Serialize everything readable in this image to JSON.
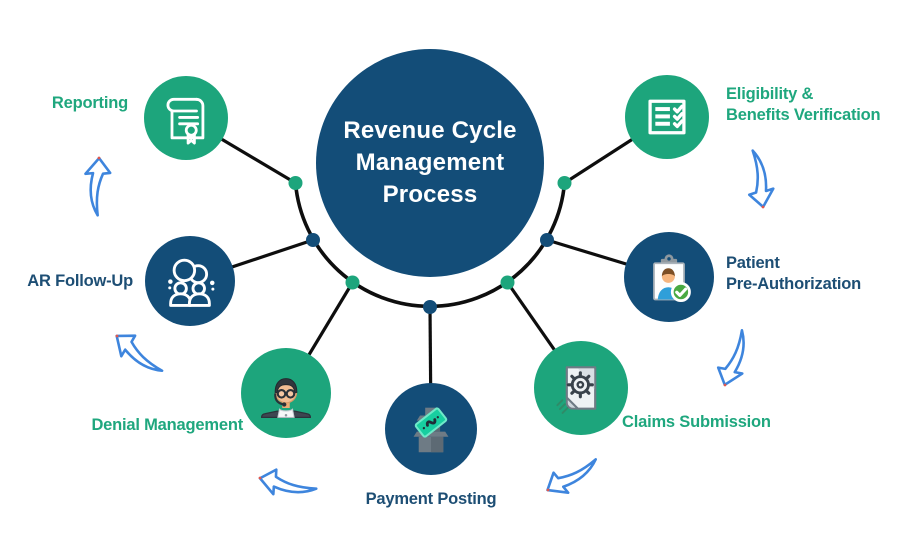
{
  "title": "Revenue Cycle\nManagement\nProcess",
  "colors": {
    "green": "#1da57c",
    "dark_blue": "#134d78",
    "text_green": "#1fa77e",
    "text_blue": "#1d4e74",
    "arrow_blue": "#3e85dd",
    "line": "#0e0e0e",
    "icon_white": "#ffffff",
    "arrow_tip_red": "#e2574c"
  },
  "nodes": [
    {
      "id": "reporting",
      "label": "Reporting",
      "icon": "certificate-icon",
      "circle_color": "green"
    },
    {
      "id": "eligibility-benefits-verification",
      "label": "Eligibility &\nBenefits Verification",
      "icon": "checklist-icon",
      "circle_color": "green"
    },
    {
      "id": "patient-pre-authorization",
      "label": "Patient\nPre-Authorization",
      "icon": "patient-clipboard-icon",
      "circle_color": "dark_blue"
    },
    {
      "id": "claims-submission",
      "label": "Claims Submission",
      "icon": "document-gear-icon",
      "circle_color": "green"
    },
    {
      "id": "payment-posting",
      "label": "Payment Posting",
      "icon": "payment-house-icon",
      "circle_color": "dark_blue"
    },
    {
      "id": "denial-management",
      "label": "Denial Management",
      "icon": "support-agent-icon",
      "circle_color": "green"
    },
    {
      "id": "ar-follow-up",
      "label": "AR Follow-Up",
      "icon": "people-chat-icon",
      "circle_color": "dark_blue"
    }
  ]
}
